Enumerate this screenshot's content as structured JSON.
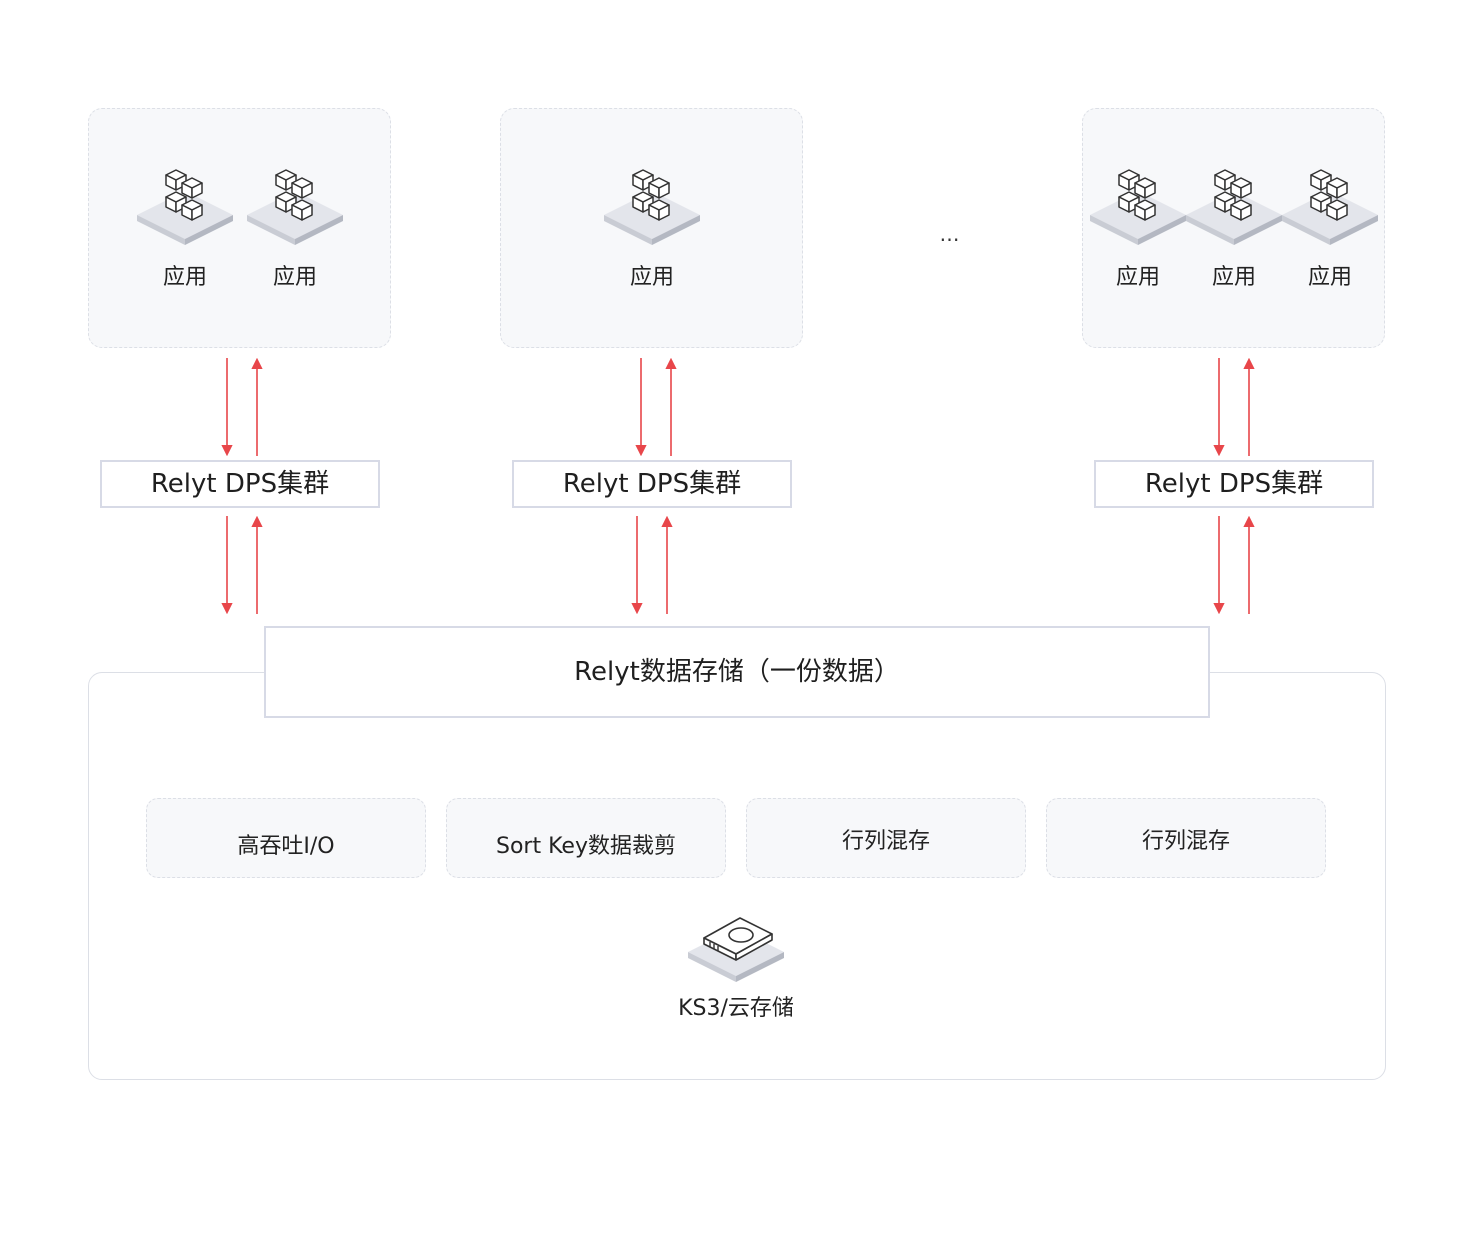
{
  "app_groups": [
    {
      "apps": [
        {
          "label": "应用"
        },
        {
          "label": "应用"
        }
      ]
    },
    {
      "apps": [
        {
          "label": "应用"
        }
      ]
    },
    {
      "apps": [
        {
          "label": "应用"
        },
        {
          "label": "应用"
        },
        {
          "label": "应用"
        }
      ]
    }
  ],
  "ellipsis": "…",
  "clusters": [
    {
      "label": "Relyt DPS集群"
    },
    {
      "label": "Relyt DPS集群"
    },
    {
      "label": "Relyt DPS集群"
    }
  ],
  "storage": {
    "title": "Relyt数据存储（一份数据）",
    "features": [
      {
        "label": "高吞吐I/O"
      },
      {
        "label": "Sort Key数据裁剪"
      },
      {
        "label": "行列混存"
      },
      {
        "label": "行列混存"
      }
    ],
    "disk_label": "KS3/云存储"
  },
  "colors": {
    "arrow": "#e8464a",
    "border": "#d7dae6",
    "panel_fill": "#f7f8fa"
  },
  "icons": {
    "app": "app-cubes-icon",
    "disk": "disk-storage-icon"
  }
}
